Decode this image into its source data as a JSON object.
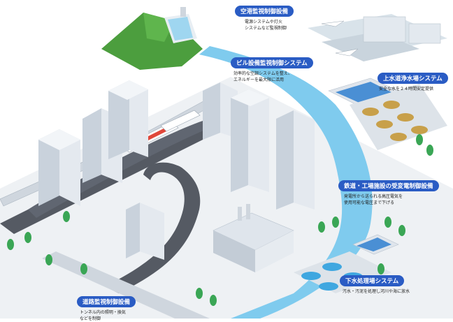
{
  "colors": {
    "label_bg": "#2a5cc4",
    "river": "#6cc3ea",
    "road": "#555a63",
    "road_line": "#ffffff",
    "ground": "#e8ecf0",
    "building": "#dfe5ec",
    "building_shade": "#b9c3ce",
    "train_red": "#e0473a",
    "tree": "#3aa655",
    "mountain": "#4c9e3e"
  },
  "callouts": {
    "airport": {
      "title": "空港監視制御設備",
      "lines": [
        "電源システムや灯火",
        "システムなど監視制御"
      ]
    },
    "building": {
      "title": "ビル設備監視制御システム",
      "lines": [
        "効率的な空調システムを整え、",
        "エネルギーを最大限に活用"
      ]
    },
    "water": {
      "title": "上水道浄水場システム",
      "lines": [
        "安全な水を２４時間安定提供"
      ]
    },
    "railway": {
      "title": "鉄道・工場施設の受変電制御設備",
      "lines": [
        "発電所から送られる高圧電気を",
        "使用可能な電圧まで下げる"
      ]
    },
    "sewage": {
      "title": "下水処理場システム",
      "lines": [
        "汚水・汚泥を処理し河川や海に放水"
      ]
    },
    "road": {
      "title": "道路監視制御設備",
      "lines": [
        "トンネル内の照明・換気",
        "などを制御"
      ]
    }
  }
}
